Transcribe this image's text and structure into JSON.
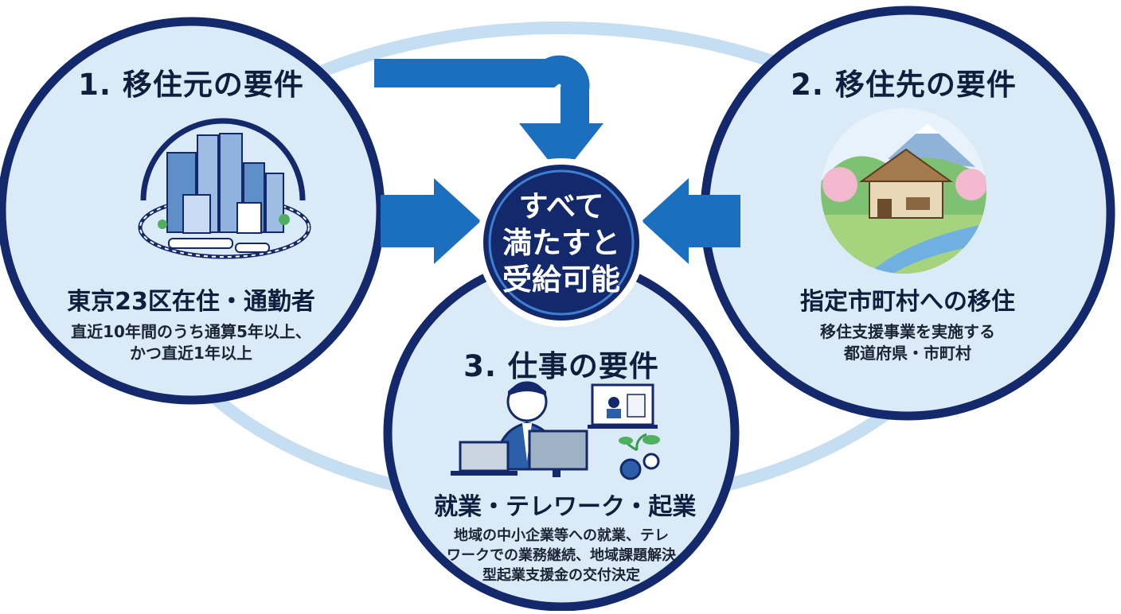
{
  "center": {
    "lines": [
      "すべて",
      "満たすと",
      "受給可能"
    ]
  },
  "requirement_1": {
    "title": "1. 移住元の要件",
    "subtitle": "東京23区在住・通勤者",
    "description_lines": [
      "直近10年間のうち通算5年以上、",
      "かつ直近1年以上"
    ],
    "illustration": "city-buildings-train-icon"
  },
  "requirement_2": {
    "title": "2. 移住先の要件",
    "subtitle": "指定市町村への移住",
    "description_lines": [
      "移住支援事業を実施する",
      "都道府県・市町村"
    ],
    "illustration": "rural-village-mountain-icon"
  },
  "requirement_3": {
    "title": "3. 仕事の要件",
    "subtitle": "就業・テレワーク・起業",
    "description_lines": [
      "地域の中小企業等への就業、テレ",
      "ワークでの業務継続、地域課題解決",
      "型起業支援金の交付決定"
    ],
    "illustration": "office-worker-telework-icon"
  },
  "colors": {
    "navy": "#13296b",
    "circle_fill": "#dbeaf7",
    "arrow_blue": "#1c6fbf",
    "ring_light": "#c6def2",
    "center_fill": "#13296b"
  }
}
